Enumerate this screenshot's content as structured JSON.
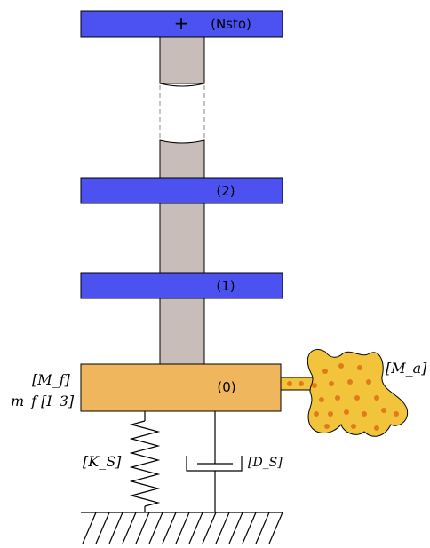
{
  "diagram": {
    "floors": {
      "top": {
        "label": "(Nsto)",
        "marker": "+"
      },
      "f2": {
        "label": "(2)"
      },
      "f1": {
        "label": "(1)"
      },
      "base": {
        "label": "(0)"
      }
    },
    "labels": {
      "mass_matrix_f": "[M_f]",
      "mass_scalar": "m_f [I_3]",
      "stiffness": "[K_S]",
      "damping": "[D_S]",
      "added_mass": "[M_a]"
    },
    "colors": {
      "floor_fill": "#4b52f0",
      "floor_stroke": "#000000",
      "column_fill": "#c8bdb8",
      "base_fill": "#efb65e",
      "fluid_fill": "#f2c43b",
      "fluid_dots": "#e07a1a"
    }
  }
}
